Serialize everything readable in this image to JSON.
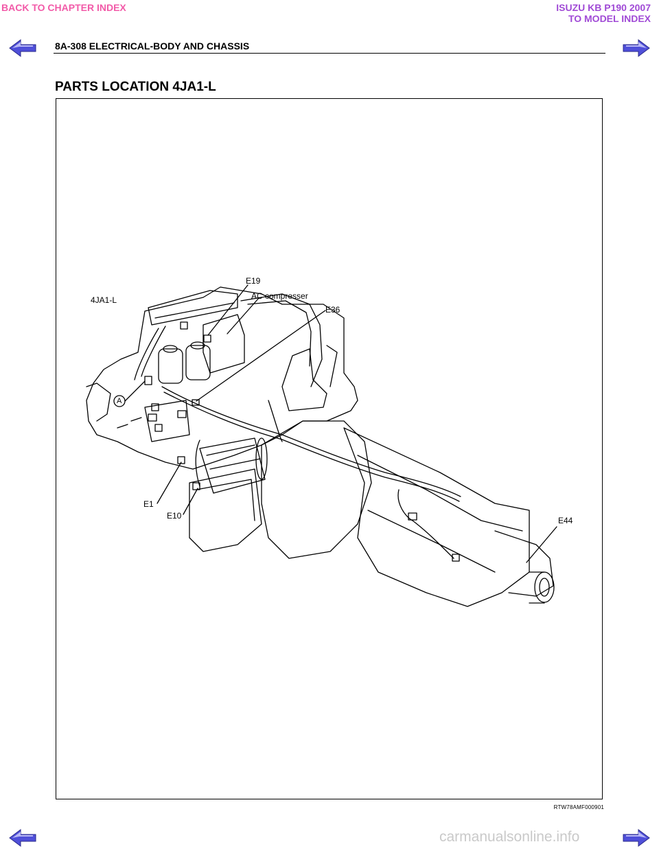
{
  "nav": {
    "back_chapter": "BACK TO CHAPTER INDEX",
    "model_line1": "ISUZU KB P190 2007",
    "model_line2": "TO MODEL INDEX",
    "arrow_color": "#4f4fd9",
    "link_pink": "#f25aa8",
    "link_purple": "#a04ad6"
  },
  "header": {
    "title": "8A-308  ELECTRICAL-BODY AND CHASSIS"
  },
  "section": {
    "title": "PARTS LOCATION 4JA1-L"
  },
  "figure": {
    "model_label": "4JA1-L",
    "callouts": {
      "e19": "E19",
      "ac": "AC compresser",
      "e36": "E36",
      "a": "A",
      "e1": "E1",
      "e10": "E10",
      "e44": "E44"
    },
    "figure_id": "RTW78AMF000901"
  },
  "footer": {
    "watermark": "carmanualsonline.info"
  }
}
